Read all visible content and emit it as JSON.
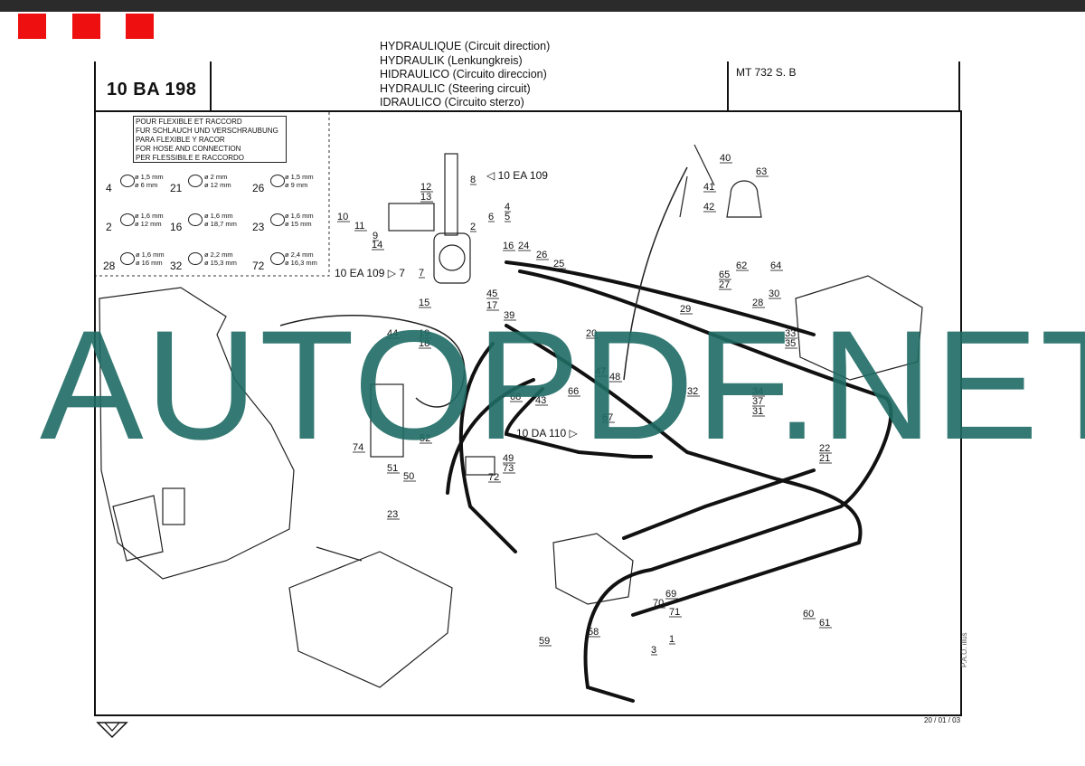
{
  "colors": {
    "brand_red": "#ee1010",
    "watermark": "#1f6b64",
    "frame": "#111111"
  },
  "header": {
    "reference": "10 BA 198",
    "titles": [
      "HYDRAULIQUE (Circuit direction)",
      "HYDRAULIK (Lenkungkreis)",
      "HIDRAULICO (Circuito direccion)",
      "HYDRAULIC (Steering circuit)",
      "IDRAULICO (Circuito sterzo)"
    ],
    "model": "MT 732 S. B"
  },
  "legend": {
    "lines": [
      "POUR FLEXIBLE ET RACCORD",
      "FUR SCHLAUCH UND VERSCHRAUBUNG",
      "PARA FLEXIBLE Y RACOR",
      "FOR HOSE AND CONNECTION",
      "PER FLESSIBILE E RACCORDO"
    ],
    "hoses": [
      {
        "num": "4",
        "d1": "ø 1,5 mm",
        "d2": "ø 6 mm"
      },
      {
        "num": "21",
        "d1": "ø 2 mm",
        "d2": "ø 12 mm"
      },
      {
        "num": "26",
        "d1": "ø 1,5 mm",
        "d2": "ø 9 mm"
      },
      {
        "num": "2",
        "d1": "ø 1,6 mm",
        "d2": "ø 12 mm"
      },
      {
        "num": "16",
        "d1": "ø 1,6 mm",
        "d2": "ø 18,7 mm"
      },
      {
        "num": "23",
        "d1": "ø 1,6 mm",
        "d2": "ø 15 mm"
      },
      {
        "num": "28",
        "d1": "ø 1,6 mm",
        "d2": "ø 16 mm"
      },
      {
        "num": "32",
        "d1": "ø 2,2 mm",
        "d2": "ø 15,3 mm"
      },
      {
        "num": "72",
        "d1": "ø 2,4 mm",
        "d2": "ø 16,3 mm"
      }
    ]
  },
  "cross_refs": [
    "10 EA 109",
    "10 EA 109",
    "10 DA 110"
  ],
  "callouts": [
    "8",
    "12",
    "13",
    "10",
    "11",
    "9",
    "14",
    "7",
    "2",
    "6",
    "4",
    "5",
    "16",
    "24",
    "26",
    "25",
    "15",
    "45",
    "17",
    "19",
    "18",
    "44",
    "39",
    "40",
    "41",
    "42",
    "63",
    "62",
    "64",
    "65",
    "27",
    "28",
    "30",
    "29",
    "33",
    "35",
    "34",
    "37",
    "31",
    "32",
    "47",
    "48",
    "20",
    "43",
    "66",
    "67",
    "68",
    "74",
    "52",
    "51",
    "50",
    "49",
    "73",
    "72",
    "23",
    "22",
    "21",
    "69",
    "70",
    "71",
    "1",
    "3",
    "58",
    "59",
    "60",
    "61"
  ],
  "watermark": "AUTOPDF.NET",
  "footer": {
    "date": "20 / 01 / 03",
    "side_note": "P.A.O. illus"
  }
}
